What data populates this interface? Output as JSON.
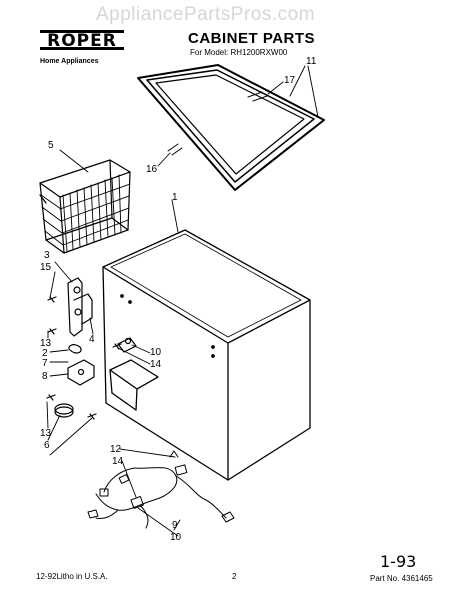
{
  "watermark": "AppliancePartsPros.com",
  "brand": {
    "name": "ROPER",
    "tagline": "Home Appliances"
  },
  "title": "CABINET PARTS",
  "model_line": "For Model: RH1200RXW00",
  "callouts": {
    "c11": "11",
    "c17": "17",
    "c16": "16",
    "c5": "5",
    "c1": "1",
    "c3": "3",
    "c15": "15",
    "c13a": "13",
    "c4": "4",
    "c2": "2",
    "c7": "7",
    "c8": "8",
    "c10a": "10",
    "c14a": "14",
    "c13b": "13",
    "c6": "6",
    "c12": "12",
    "c14b": "14",
    "c9": "9",
    "c10b": "10"
  },
  "footer": {
    "print": "12-92Litho in U.S.A.",
    "page": "2",
    "part_no": "Part No. 4361465",
    "handwritten": "1-93"
  }
}
